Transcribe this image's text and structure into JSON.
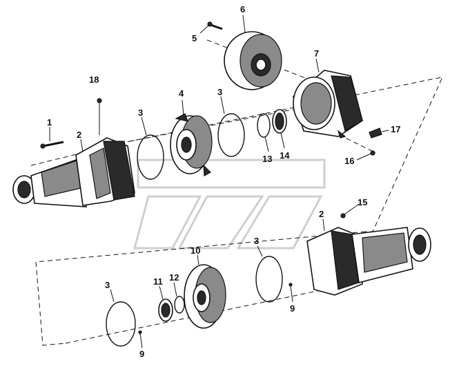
{
  "labels": {
    "l1": "1",
    "l2a": "2",
    "l2b": "2",
    "l3a": "3",
    "l3b": "3",
    "l3c": "3",
    "l3d": "3",
    "l4": "4",
    "l5": "5",
    "l6": "6",
    "l7": "7",
    "l9a": "9",
    "l9b": "9",
    "l10": "10",
    "l11": "11",
    "l12": "12",
    "l13": "13",
    "l14": "14",
    "l15": "15",
    "l16": "16",
    "l17": "17",
    "l18": "18"
  }
}
